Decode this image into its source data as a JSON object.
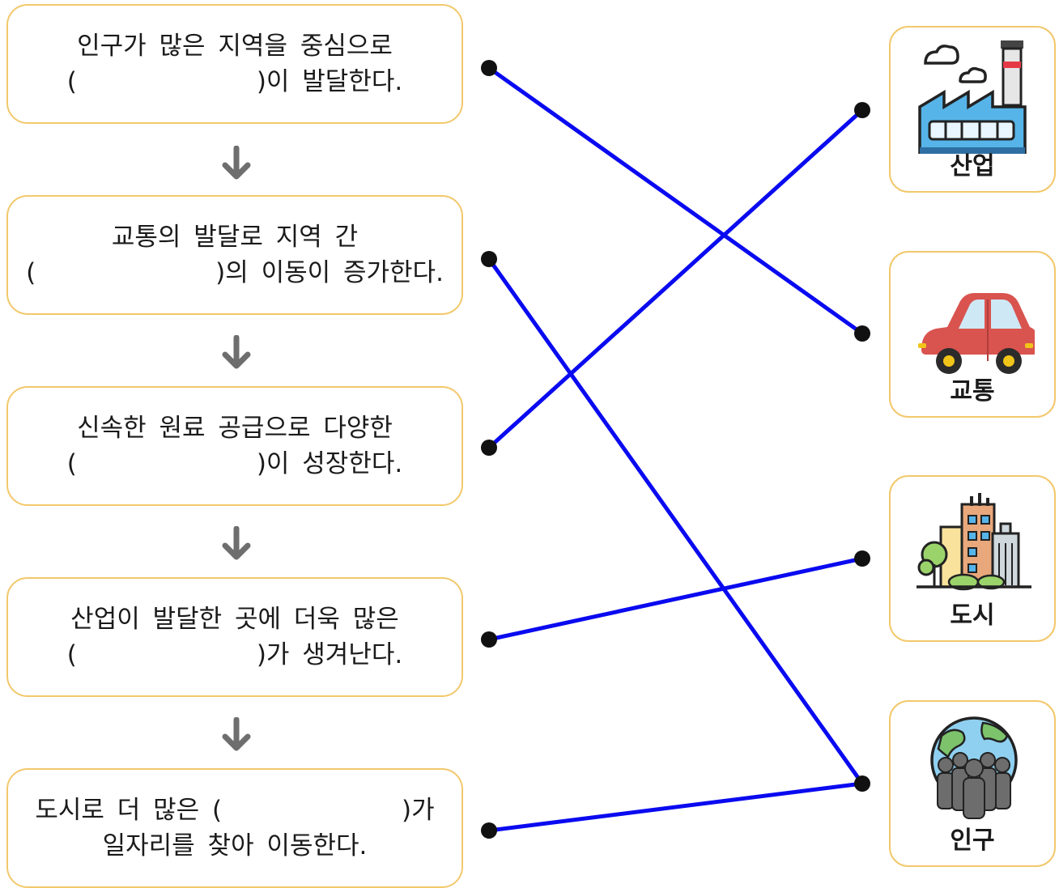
{
  "statements": [
    {
      "line1": "인구가 많은 지역을 중심으로",
      "line2": "(              )이 발달한다."
    },
    {
      "line1": "교통의 발달로 지역 간",
      "line2": "(              )의 이동이 증가한다."
    },
    {
      "line1": "신속한 원료 공급으로 다양한",
      "line2": "(              )이 성장한다."
    },
    {
      "line1": "산업이 발달한 곳에 더욱 많은",
      "line2": "(              )가 생겨난다."
    },
    {
      "line1": "도시로 더 많은 (              )가",
      "line2": "일자리를 찾아 이동한다."
    }
  ],
  "cards": [
    {
      "label": "산업",
      "icon": "factory-icon"
    },
    {
      "label": "교통",
      "icon": "car-icon"
    },
    {
      "label": "도시",
      "icon": "city-buildings-icon"
    },
    {
      "label": "인구",
      "icon": "population-globe-icon"
    }
  ],
  "connections": [
    {
      "from": 0,
      "to": 1
    },
    {
      "from": 1,
      "to": 3
    },
    {
      "from": 2,
      "to": 0
    },
    {
      "from": 3,
      "to": 2
    },
    {
      "from": 4,
      "to": 3
    }
  ],
  "colors": {
    "box_border": "#f2c86b",
    "line": "#0a0af0",
    "dot": "#111111",
    "arrow": "#6e6e6e"
  }
}
